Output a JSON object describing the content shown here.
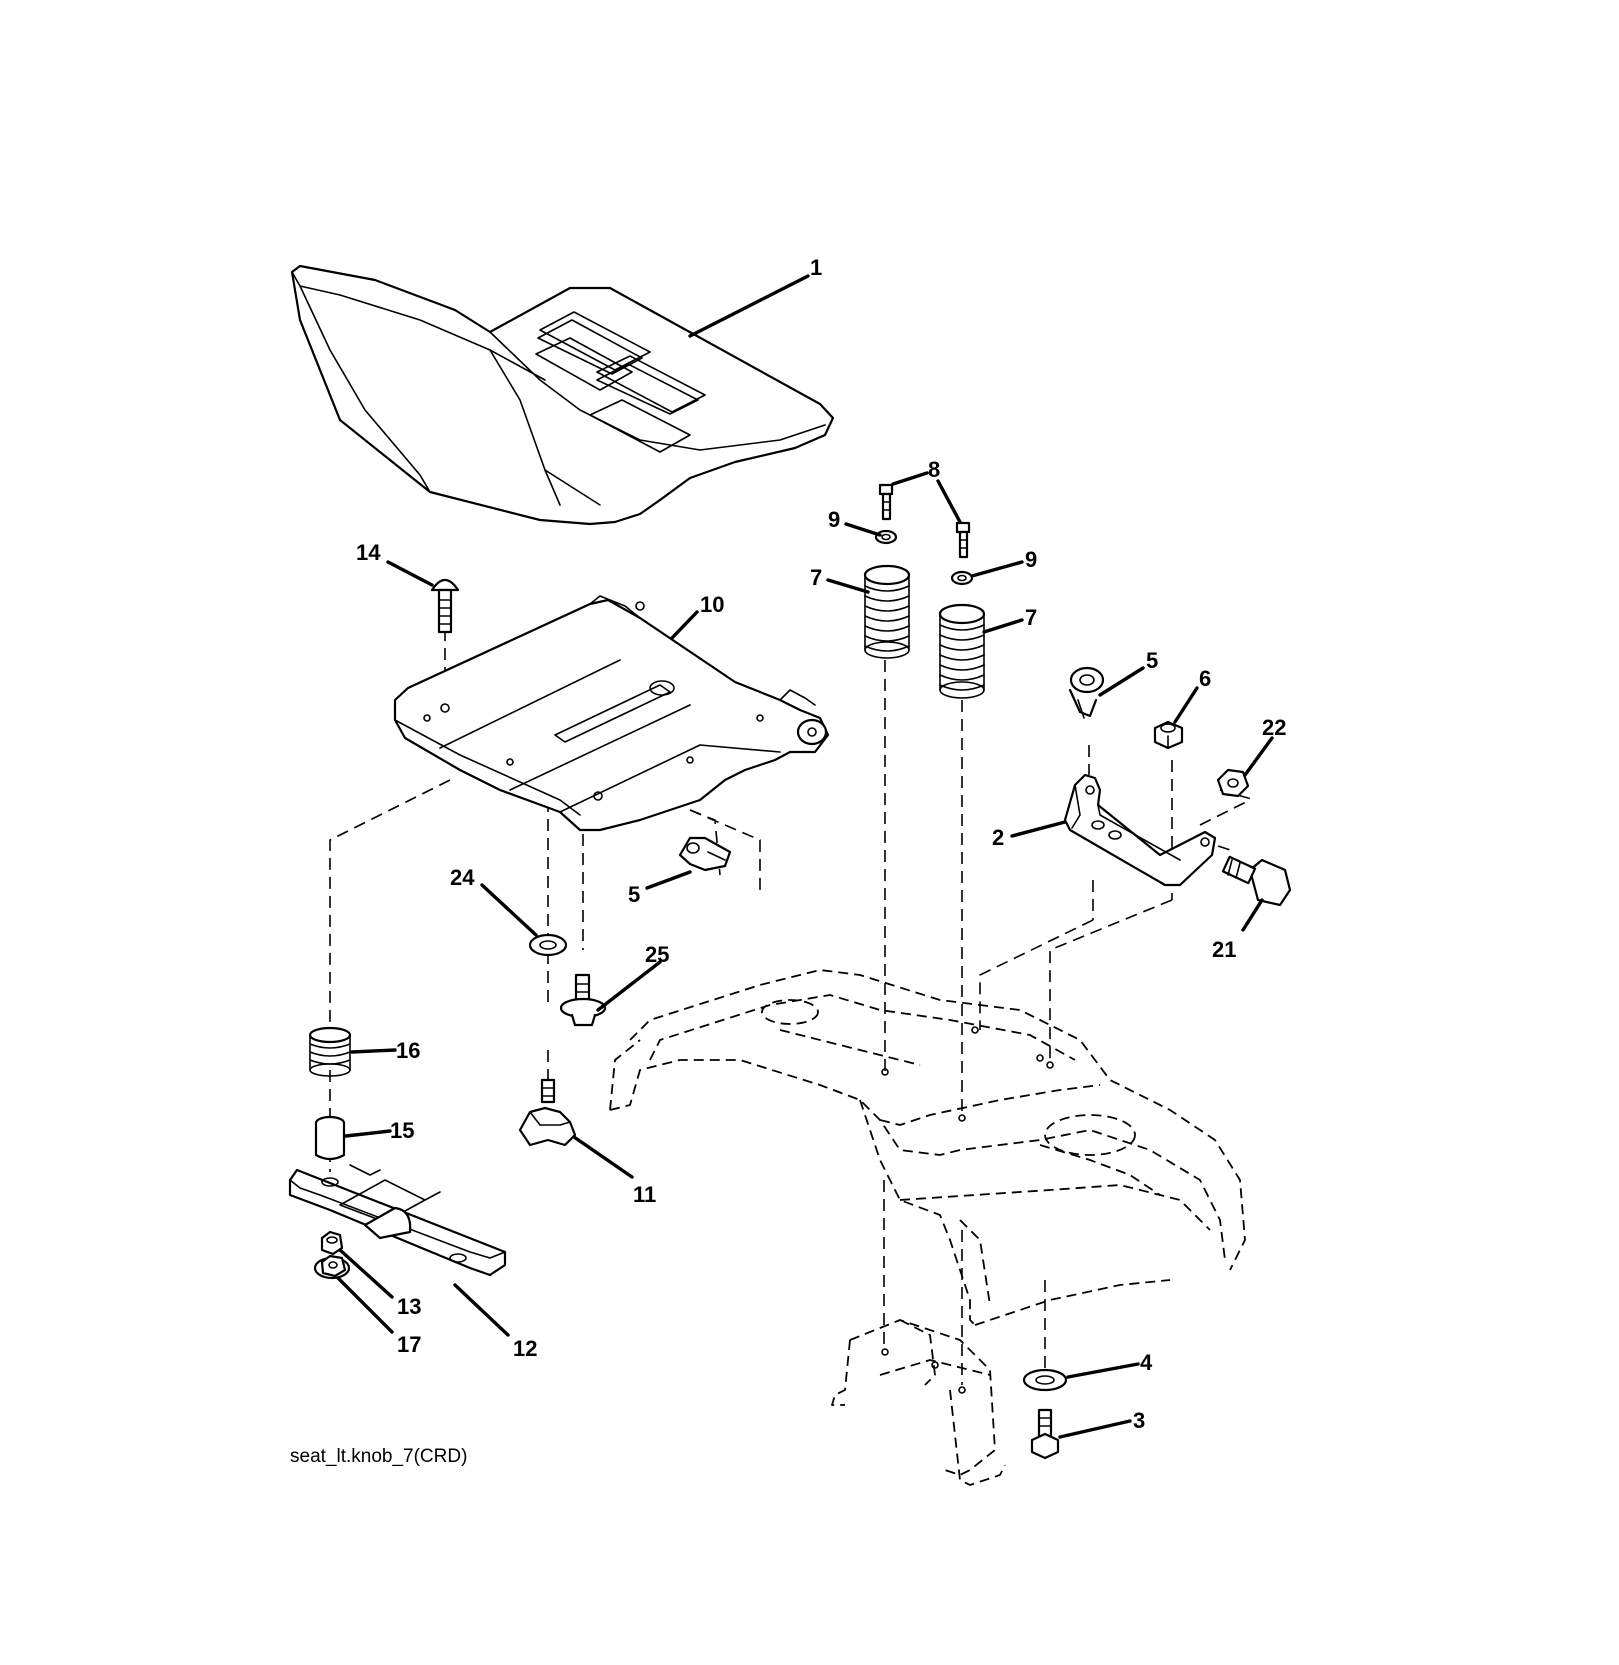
{
  "figure": {
    "caption": "seat_lt.knob_7(CRD)"
  },
  "callouts": [
    {
      "id": "c1",
      "text": "1"
    },
    {
      "id": "c8",
      "text": "8"
    },
    {
      "id": "c9a",
      "text": "9"
    },
    {
      "id": "c9b",
      "text": "9"
    },
    {
      "id": "c7a",
      "text": "7"
    },
    {
      "id": "c7b",
      "text": "7"
    },
    {
      "id": "c14",
      "text": "14"
    },
    {
      "id": "c10",
      "text": "10"
    },
    {
      "id": "c5a",
      "text": "5"
    },
    {
      "id": "c6",
      "text": "6"
    },
    {
      "id": "c22",
      "text": "22"
    },
    {
      "id": "c2",
      "text": "2"
    },
    {
      "id": "c21",
      "text": "21"
    },
    {
      "id": "c24",
      "text": "24"
    },
    {
      "id": "c5b",
      "text": "5"
    },
    {
      "id": "c25",
      "text": "25"
    },
    {
      "id": "c16",
      "text": "16"
    },
    {
      "id": "c15",
      "text": "15"
    },
    {
      "id": "c11",
      "text": "11"
    },
    {
      "id": "c13",
      "text": "13"
    },
    {
      "id": "c12",
      "text": "12"
    },
    {
      "id": "c17",
      "text": "17"
    },
    {
      "id": "c4",
      "text": "4"
    },
    {
      "id": "c3",
      "text": "3"
    }
  ]
}
